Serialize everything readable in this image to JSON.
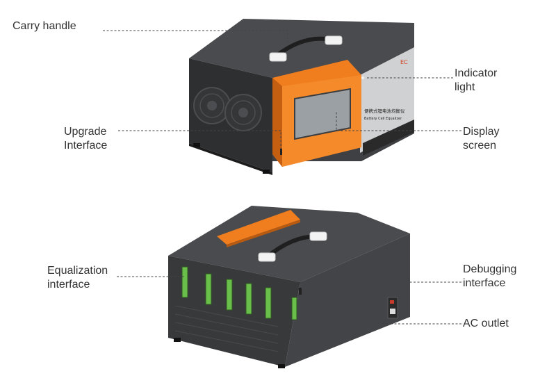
{
  "callouts": {
    "carry_handle": "Carry handle",
    "upgrade_interface": "Upgrade\nInterface",
    "indicator_light": "Indicator\nlight",
    "display_screen": "Display\nscreen",
    "equalization_interface": "Equalization\ninterface",
    "debugging_interface": "Debugging\ninterface",
    "ac_outlet": "AC outlet"
  },
  "device": {
    "panel_title": "便携式锂电池均衡仪",
    "panel_subtitle": "Battery Cell Equalizer",
    "brand_label": "EC",
    "colors": {
      "body": "#3c3d3f",
      "body_dark": "#2b2c2e",
      "body_light": "#55565a",
      "accent_orange": "#f07d1e",
      "screen": "#8e9498",
      "connector_green": "#6abf4b"
    }
  }
}
